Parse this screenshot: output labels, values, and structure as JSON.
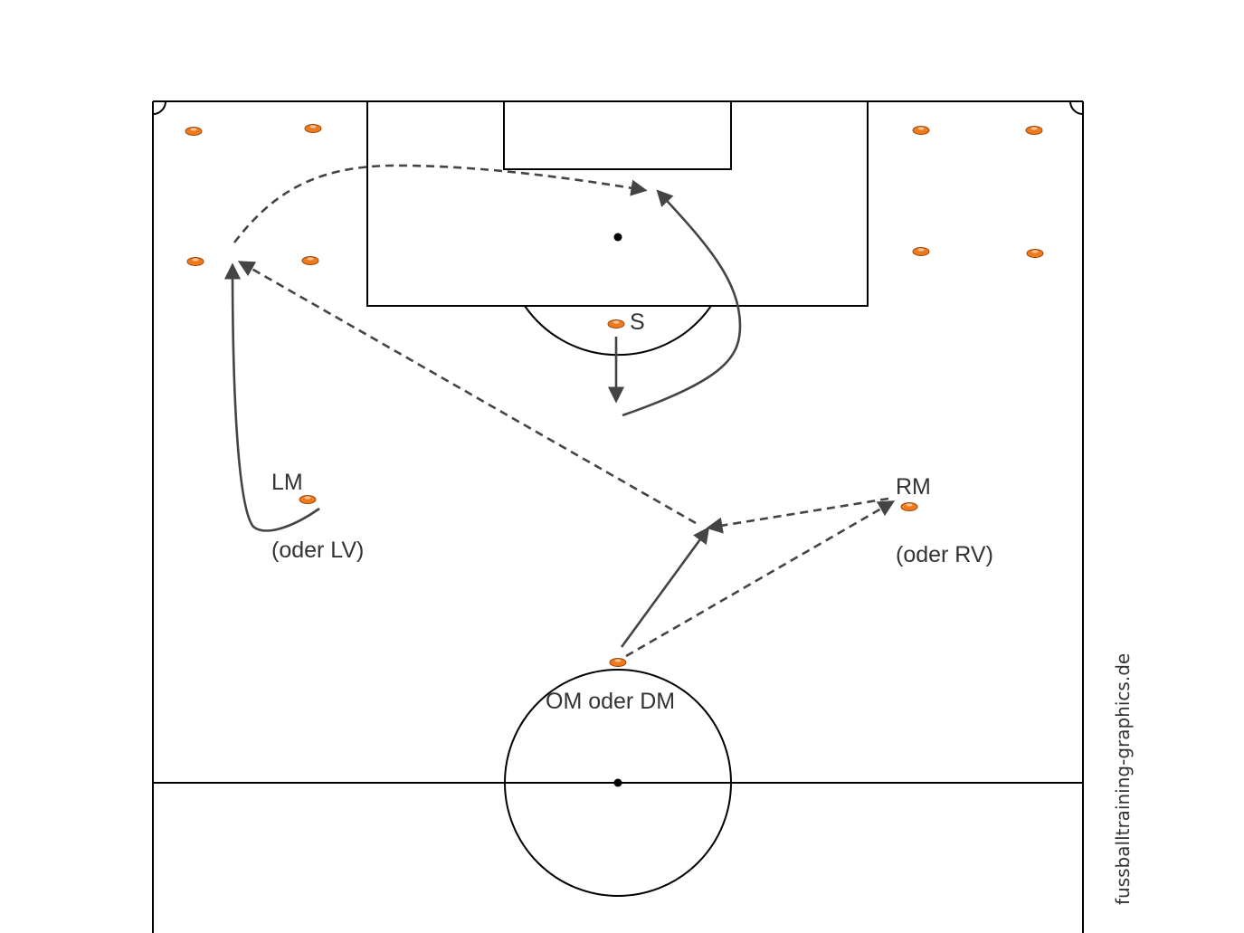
{
  "colors": {
    "cone": "#f07a1a",
    "cone_stroke": "#9a4a10",
    "arrow": "#444444",
    "lines": "#000000"
  },
  "labels": {
    "s": "S",
    "lm": "LM",
    "lm_alt": "(oder LV)",
    "rm": "RM",
    "rm_alt": "(oder RV)",
    "om": "OM oder DM"
  },
  "watermark": "fussballtraining-graphics.de"
}
